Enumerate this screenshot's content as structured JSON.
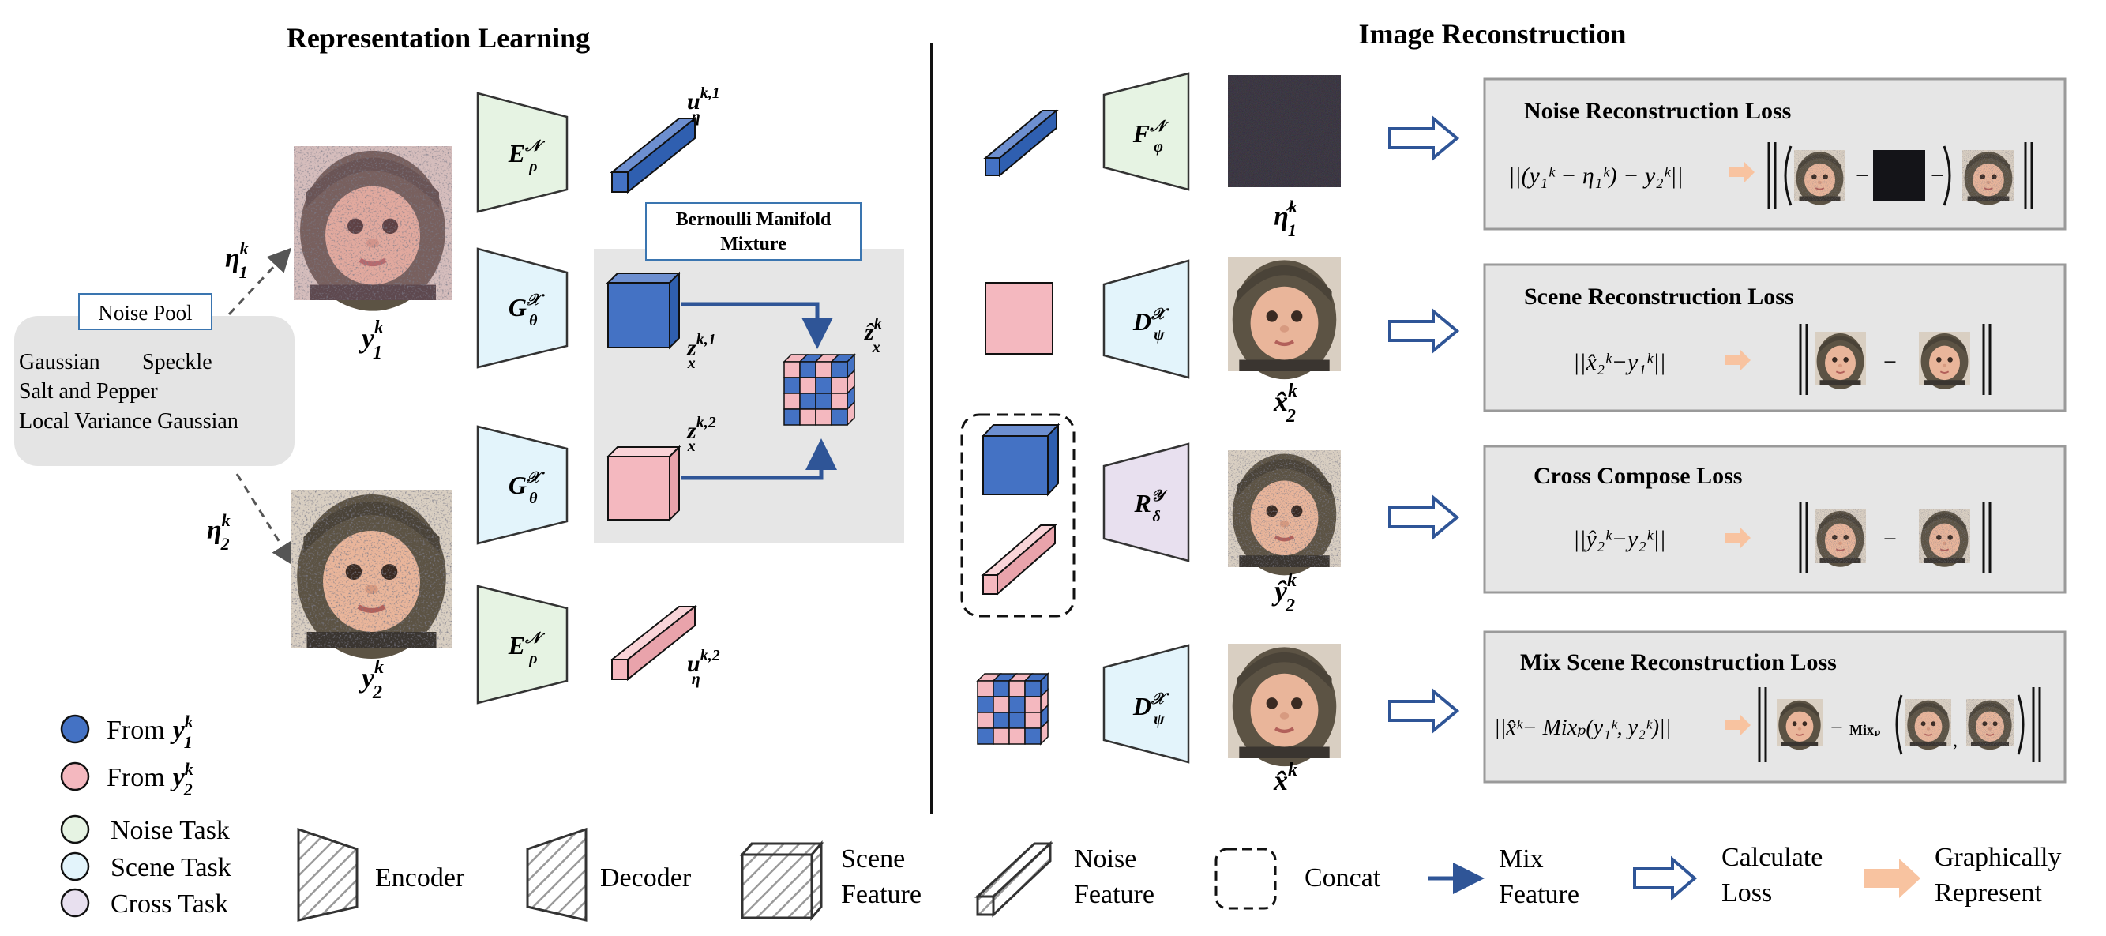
{
  "sections": {
    "left_title": "Representation Learning",
    "right_title": "Image Reconstruction"
  },
  "noise_pool": {
    "title": "Noise Pool",
    "line1a": "Gaussian",
    "line1b": "Speckle",
    "line2": "Salt and Pepper",
    "line3": "Local Variance Gaussian"
  },
  "branch_labels": {
    "eta1": "η",
    "eta2": "η",
    "sup": "k",
    "sub1": "1",
    "sub2": "2"
  },
  "images": {
    "y1": {
      "base": "y",
      "sup": "k",
      "sub": "1"
    },
    "y2": {
      "base": "y",
      "sup": "k",
      "sub": "2"
    },
    "eta_hat1": {
      "base": "η̂",
      "sup": "k",
      "sub": "1"
    },
    "x_hat2": {
      "base": "x̂",
      "sup": "k",
      "sub": "2"
    },
    "y_hat2": {
      "base": "ŷ",
      "sup": "k",
      "sub": "2"
    },
    "x_hat": {
      "base": "x̂",
      "sup": "k",
      "sub": ""
    }
  },
  "modules": {
    "E1": {
      "base": "E",
      "sup": "𝒩",
      "sub": "ρ"
    },
    "G1": {
      "base": "G",
      "sup": "𝒳",
      "sub": "θ"
    },
    "G2": {
      "base": "G",
      "sup": "𝒳",
      "sub": "θ"
    },
    "E2": {
      "base": "E",
      "sup": "𝒩",
      "sub": "ρ"
    },
    "F": {
      "base": "F",
      "sup": "𝒩",
      "sub": "φ"
    },
    "D1": {
      "base": "D",
      "sup": "𝒳",
      "sub": "ψ"
    },
    "R": {
      "base": "R",
      "sup": "𝒴",
      "sub": "δ"
    },
    "D2": {
      "base": "D",
      "sup": "𝒳",
      "sub": "ψ"
    }
  },
  "features": {
    "u1": {
      "base": "u",
      "sup": "k,1",
      "sub": "η"
    },
    "u2": {
      "base": "u",
      "sup": "k,2",
      "sub": "η"
    },
    "z1": {
      "base": "z",
      "sup": "k,1",
      "sub": "x"
    },
    "z2": {
      "base": "z",
      "sup": "k,2",
      "sub": "x"
    },
    "zhat": {
      "base": "ẑ",
      "sup": "k",
      "sub": "x"
    }
  },
  "bernoulli": {
    "line1": "Bernoulli Manifold",
    "line2": "Mixture"
  },
  "losses": [
    {
      "title": "Noise Reconstruction Loss",
      "formula": "||(y₁ᵏ − η₁ᵏ) − y₂ᵏ||"
    },
    {
      "title": "Scene Reconstruction Loss",
      "formula": "||x̂₂ᵏ−y₁ᵏ||"
    },
    {
      "title": "Cross Compose Loss",
      "formula": "||ŷ₂ᵏ−y₂ᵏ||"
    },
    {
      "title": "Mix Scene Reconstruction Loss",
      "formula": "||x̂ᵏ− Mixₚ(y₁ᵏ, y₂ᵏ)||",
      "mix_label": "Mixₚ"
    }
  ],
  "legend": {
    "from1": "From",
    "from2": "From",
    "noise_task": "Noise Task",
    "scene_task": "Scene Task",
    "cross_task": "Cross Task",
    "encoder": "Encoder",
    "decoder": "Decoder",
    "scene_feature1": "Scene",
    "scene_feature2": "Feature",
    "noise_feature1": "Noise",
    "noise_feature2": "Feature",
    "concat": "Concat",
    "mix1": "Mix",
    "mix2": "Feature",
    "calc1": "Calculate",
    "calc2": "Loss",
    "graph1": "Graphically",
    "graph2": "Represent"
  },
  "colors": {
    "blue": "#4472c4",
    "pink": "#f4b8bf",
    "noise_task": "#e6f3e3",
    "scene_task": "#e3f4fb",
    "cross_task": "#e8e0ef",
    "arrow_blue": "#2f5597",
    "arrow_orange": "#f8c3a0",
    "panel_gray": "#e6e6e6"
  }
}
